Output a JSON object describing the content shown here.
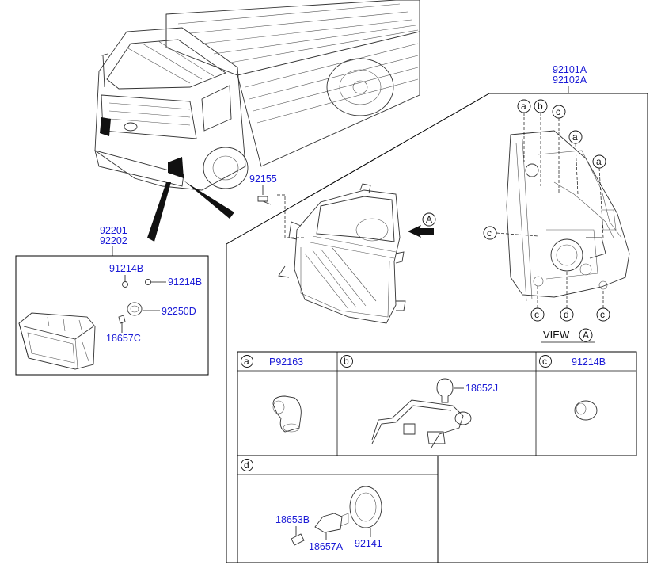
{
  "part_numbers": {
    "main_headlamp_line1": "92101A",
    "main_headlamp_line2": "92102A",
    "fog_lamp_line1": "92201",
    "fog_lamp_line2": "92202",
    "screw": "92155",
    "fog_grommet_a": "91214B",
    "fog_grommet_b": "91214B",
    "fog_socket": "92250D",
    "fog_bulb": "18657C",
    "box_a_part": "P92163",
    "box_b_bulb": "18652J",
    "box_c_part": "91214B",
    "box_d_bulb_small": "18653B",
    "box_d_bulb": "18657A",
    "box_d_cap": "92141"
  },
  "letters": {
    "a": "a",
    "b": "b",
    "c": "c",
    "d": "d",
    "A": "A"
  },
  "view_label": "VIEW",
  "view_letter": "A",
  "arrow_letter": "A"
}
